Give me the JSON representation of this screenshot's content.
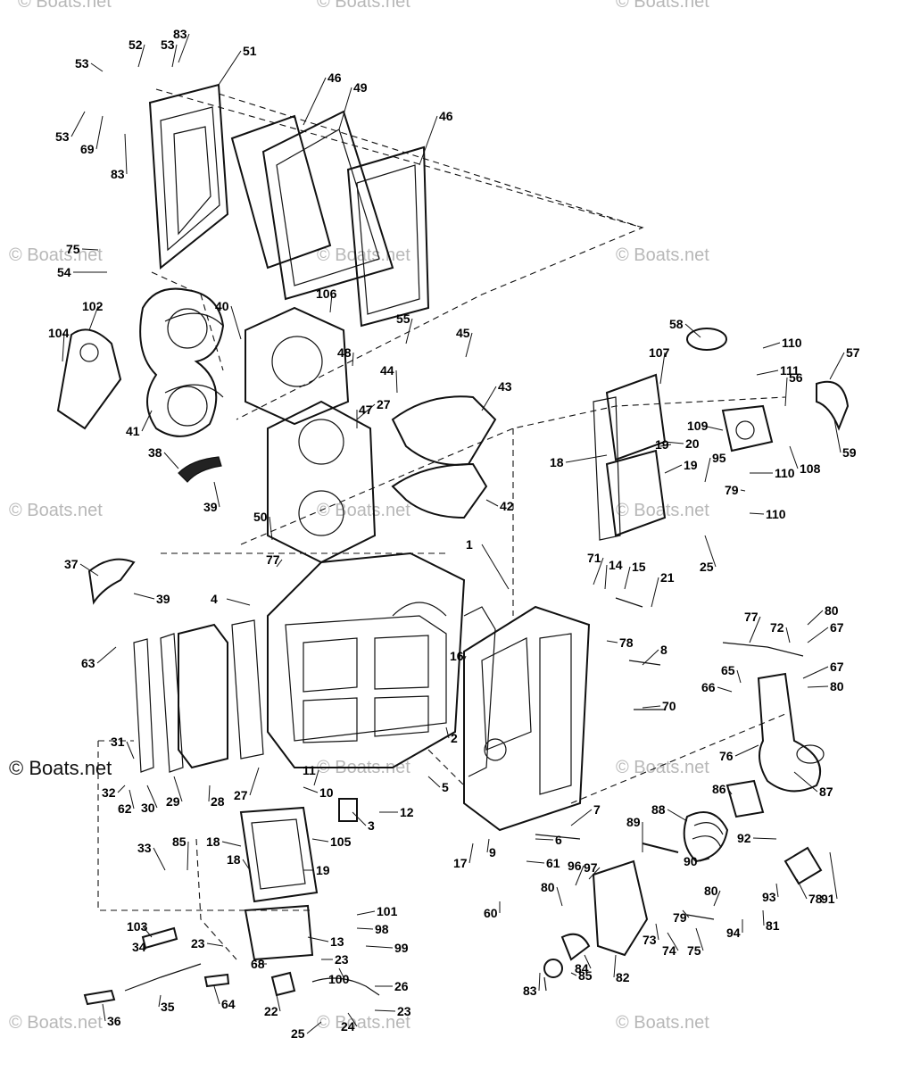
{
  "watermarks": [
    "© Boats.net",
    "© Boats.net",
    "© Boats.net",
    "© Boats.net",
    "© Boats.net",
    "© Boats.net",
    "© Boats.net",
    "© Boats.net",
    "© Boats.net",
    "© Boats.net",
    "© Boats.net",
    "© Boats.net",
    "© Boats.net",
    "© Boats.net",
    "© Boats.net"
  ],
  "callouts": [
    "1",
    "2",
    "3",
    "4",
    "5",
    "6",
    "7",
    "8",
    "9",
    "10",
    "11",
    "12",
    "13",
    "14",
    "15",
    "16",
    "17",
    "18",
    "18",
    "18",
    "19",
    "19",
    "19",
    "20",
    "21",
    "22",
    "23",
    "23",
    "23",
    "24",
    "25",
    "25",
    "26",
    "27",
    "27",
    "28",
    "29",
    "30",
    "31",
    "32",
    "33",
    "34",
    "35",
    "36",
    "37",
    "38",
    "39",
    "39",
    "40",
    "41",
    "42",
    "43",
    "44",
    "45",
    "46",
    "46",
    "47",
    "48",
    "49",
    "50",
    "51",
    "52",
    "53",
    "53",
    "53",
    "54",
    "55",
    "56",
    "57",
    "58",
    "59",
    "60",
    "61",
    "62",
    "63",
    "64",
    "65",
    "66",
    "67",
    "67",
    "68",
    "69",
    "70",
    "71",
    "72",
    "73",
    "74",
    "75",
    "75",
    "76",
    "77",
    "77",
    "78",
    "78",
    "79",
    "79",
    "80",
    "80",
    "80",
    "80",
    "81",
    "82",
    "83",
    "83",
    "83",
    "84",
    "85",
    "85",
    "86",
    "87",
    "88",
    "89",
    "90",
    "91",
    "92",
    "93",
    "94",
    "95",
    "96",
    "97",
    "98",
    "99",
    "100",
    "101",
    "102",
    "103",
    "104",
    "105",
    "106",
    "107",
    "108",
    "109",
    "110",
    "110",
    "110",
    "111"
  ]
}
